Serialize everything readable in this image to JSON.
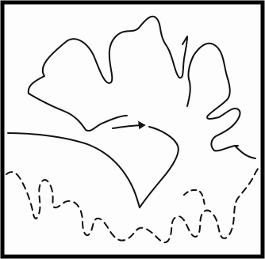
{
  "drawing": {
    "ink_color": "#111111",
    "paper_color": "#fdfdfd",
    "border_color": "#000000",
    "shapes": [
      {
        "name": "maple-leaf-outline",
        "line_style": "solid"
      },
      {
        "name": "lower-dashed-lobes",
        "line_style": "dashed"
      },
      {
        "name": "center-arrow-stroke",
        "line_style": "solid"
      },
      {
        "name": "left-sweep-curve",
        "line_style": "solid"
      }
    ]
  }
}
